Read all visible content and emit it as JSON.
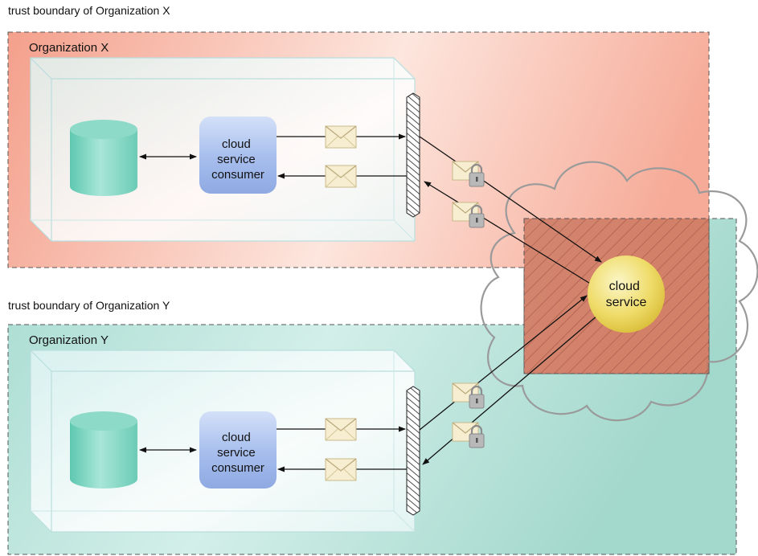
{
  "org_x": {
    "trust_boundary_label": "trust boundary of Organization X",
    "name": "Organization X",
    "consumer_label": [
      "cloud",
      "service",
      "consumer"
    ]
  },
  "org_y": {
    "trust_boundary_label": "trust boundary of Organization Y",
    "name": "Organization Y",
    "consumer_label": [
      "cloud",
      "service",
      "consumer"
    ]
  },
  "cloud_service": {
    "label": [
      "cloud",
      "service"
    ]
  },
  "colors": {
    "org_x_fill": "#f6a894",
    "org_y_fill": "#a9dcd2",
    "database": "#7fd3c0",
    "consumer": "#9fb8ea",
    "cloud_service": "#f0df72",
    "overlap": "#c8705a",
    "envelope": "#f7eed2"
  }
}
